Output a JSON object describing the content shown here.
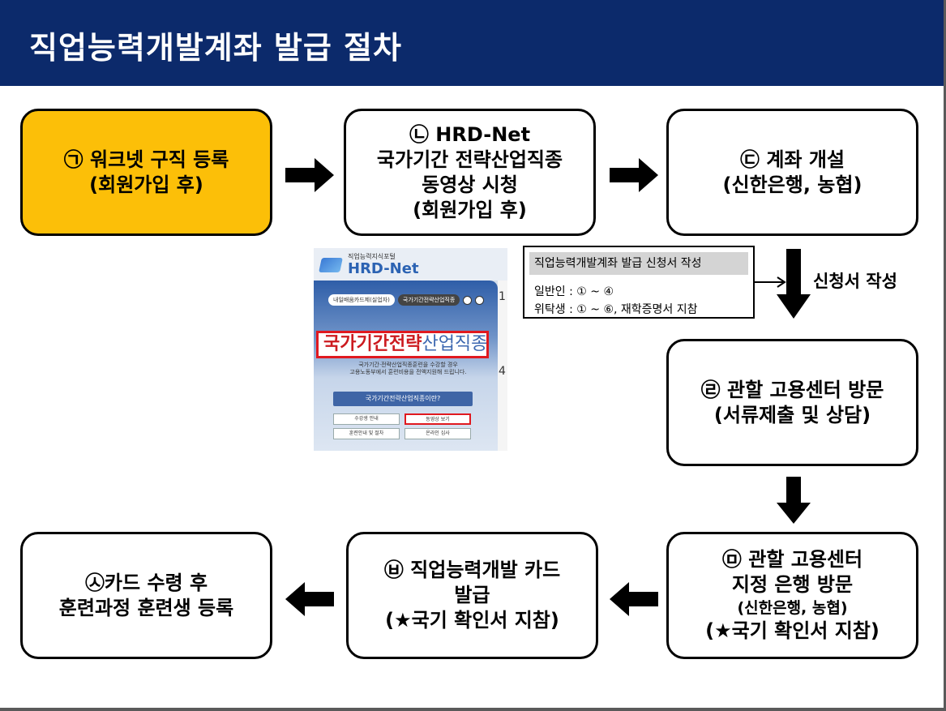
{
  "header": {
    "title": "직업능력개발계좌 발급 절차"
  },
  "steps": {
    "s1": {
      "line1": "㉠ 워크넷 구직 등록",
      "line2": "(회원가입 후)"
    },
    "s2": {
      "line1": "㉡ HRD-Net",
      "line2": "국가기간 전략산업직종",
      "line3": "동영상 시청",
      "line4": "(회원가입 후)"
    },
    "s3": {
      "line1": "㉢ 계좌 개설",
      "line2": "(신한은행, 농협)"
    },
    "s4": {
      "line1": "㉣ 관할 고용센터 방문",
      "line2": "(서류제출 및 상담)"
    },
    "s5": {
      "line1": "㉤ 관할 고용센터",
      "line2": "지정 은행 방문",
      "line3": "(신한은행, 농협)",
      "line4": "(★국기 확인서 지참)"
    },
    "s6": {
      "line1": "㉥ 직업능력개발 카드",
      "line2": "발급",
      "line3": "(★국기 확인서 지참)"
    },
    "s7": {
      "line1": "㉦카드 수령 후",
      "line2": "훈련과정 훈련생 등록"
    }
  },
  "note": {
    "title": "직업능력개발계좌 발급 신청서 작성",
    "line1": "일반인 : ① ~ ④",
    "line2": "위탁생 : ① ~ ⑥, 재학증명서 지참"
  },
  "apply_label": "신청서 작성",
  "thumbnail": {
    "portal": "직업능력지식포털",
    "logo": "HRD-Net",
    "tab1": "내일배움카드제(실업자)",
    "tab2": "국가기간전략산업직종",
    "big_highlight": "국가기간전략",
    "big_rest": "산업직종",
    "desc1": "국가기간·전략산업직종훈련을 수강할 경우",
    "desc2": "고용노동부에서 훈련비용을 전액지원해 드립니다.",
    "btn": "국가기간전략산업직종이란?",
    "cell1": "수강생 안내",
    "cell2": "동영상 보기",
    "cell3": "훈련안내 및 절차",
    "cell4": "온라인 심사",
    "side1": "1",
    "side2": "4"
  },
  "colors": {
    "header_bg": "#0c2a6b",
    "highlight": "#fcbf08",
    "red_box": "#e0191f"
  }
}
